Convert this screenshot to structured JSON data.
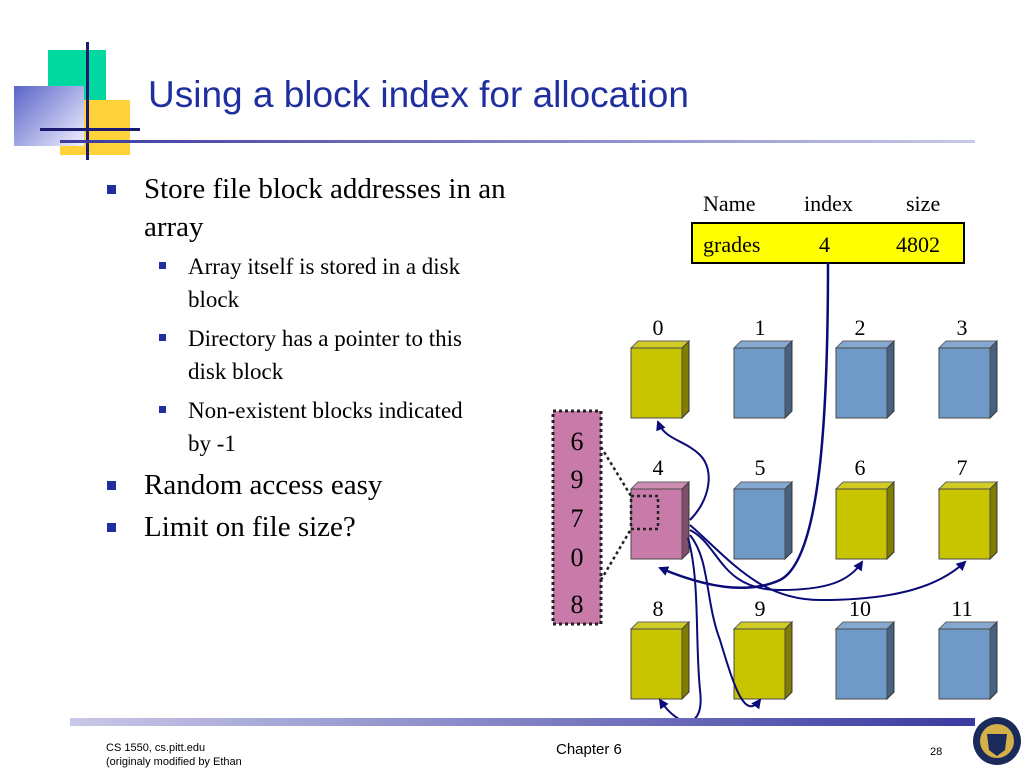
{
  "slide": {
    "title": "Using a block index for allocation",
    "bullets": [
      {
        "level": 1,
        "text": "Store file block addresses in an array"
      },
      {
        "level": 2,
        "text": "Array itself is stored in a disk block"
      },
      {
        "level": 2,
        "text": "Directory has a pointer to this disk block"
      },
      {
        "level": 2,
        "text": "Non-existent blocks indicated by -1"
      },
      {
        "level": 1,
        "text": "Random access easy"
      },
      {
        "level": 1,
        "text": "Limit on file size?"
      }
    ]
  },
  "directory": {
    "headers": {
      "name": "Name",
      "index": "index",
      "size": "size"
    },
    "entry": {
      "name": "grades",
      "index": "4",
      "size": "4802"
    }
  },
  "index_block": {
    "entries": [
      "6",
      "9",
      "7",
      "0",
      "8"
    ]
  },
  "blocks": [
    {
      "label": "0",
      "state": "file"
    },
    {
      "label": "1",
      "state": "free"
    },
    {
      "label": "2",
      "state": "free"
    },
    {
      "label": "3",
      "state": "free"
    },
    {
      "label": "4",
      "state": "index"
    },
    {
      "label": "5",
      "state": "free"
    },
    {
      "label": "6",
      "state": "file"
    },
    {
      "label": "7",
      "state": "file"
    },
    {
      "label": "8",
      "state": "file"
    },
    {
      "label": "9",
      "state": "file"
    },
    {
      "label": "10",
      "state": "free"
    },
    {
      "label": "11",
      "state": "free"
    }
  ],
  "colors": {
    "title": "#1f2fa0",
    "file_block": "#c8c400",
    "free_block": "#6f9ac8",
    "index_block": "#c87aa8",
    "directory_fill": "#ffff00",
    "pointer": "#0a0a78"
  },
  "footer": {
    "course": "CS 1550, cs.pitt.edu",
    "credit": "(originaly modified by Ethan",
    "chapter": "Chapter 6",
    "page": "28"
  }
}
